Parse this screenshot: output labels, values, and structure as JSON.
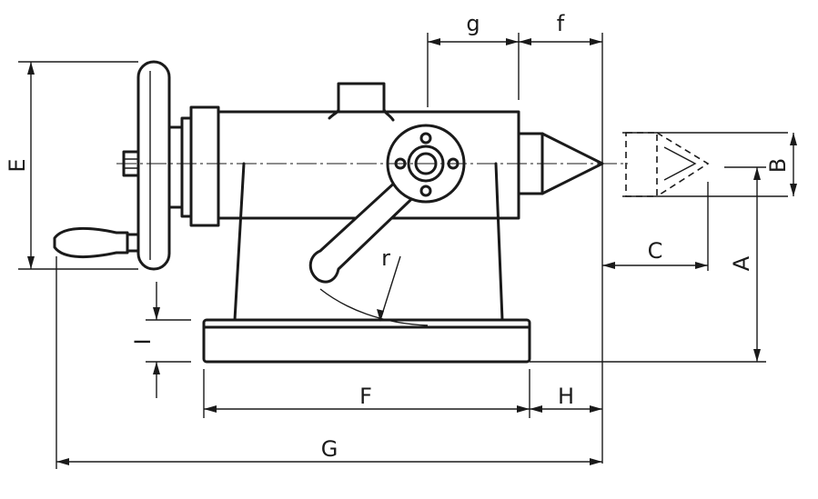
{
  "dimension_labels": {
    "A": "A",
    "B": "B",
    "C": "C",
    "E": "E",
    "F": "F",
    "G": "G",
    "H": "H",
    "I": "I",
    "f": "f",
    "g": "g",
    "r": "r"
  }
}
